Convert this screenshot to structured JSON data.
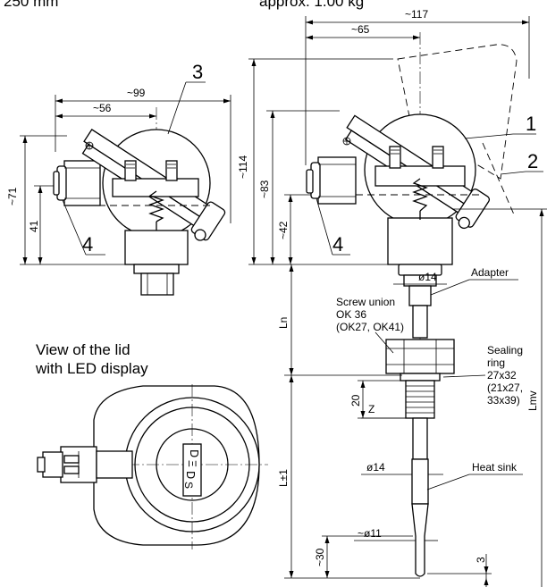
{
  "header": {
    "left_text": "250 mm",
    "right_text": "approx. 1.00 kg"
  },
  "left_view": {
    "dim_width_outer": "~99",
    "dim_width_inner": "~56",
    "dim_height_total": "~71",
    "dim_height_lower": "41",
    "callout_cover": "3",
    "callout_gland": "4"
  },
  "right_view": {
    "dim_width_open": "~117",
    "dim_width_axis": "~65",
    "dim_height_open": "~114",
    "dim_height_closed": "~83",
    "dim_height_base": "~42",
    "callout_cover": "1",
    "callout_lid_open": "2",
    "callout_gland": "4",
    "dim_diameter_top": "ø14",
    "label_adapter": "Adapter",
    "label_screw_union": [
      "Screw union",
      "OK 36",
      "(OK27, OK41)"
    ],
    "label_sealing_ring": [
      "Sealing",
      "ring",
      "27x32",
      "(21x27,",
      "33x39)"
    ],
    "dim_ln": "Ln",
    "dim_lmv": "Lmv",
    "dim_20": "20",
    "dim_z": "Z",
    "dim_l": "L±1",
    "dim_diameter_mid": "ø14",
    "label_heat_sink": "Heat sink",
    "dim_diameter_tip": "~ø11",
    "dim_tip_length": "~30",
    "dim_tip_offset": "3"
  },
  "lid_view": {
    "title": [
      "View of the lid",
      "with LED display"
    ],
    "display_chars": [
      "Ⅾ",
      "Ξ",
      "Ⅾ",
      "S"
    ]
  }
}
